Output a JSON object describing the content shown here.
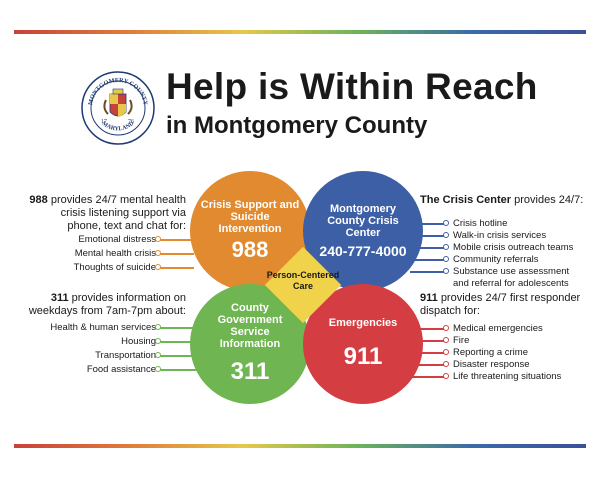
{
  "header": {
    "title": "Help is Within Reach",
    "subtitle": "in Montgomery County",
    "seal_text_top": "MONTGOMERY COUNTY",
    "seal_text_bottom": "MARYLAND",
    "seal_year_left": "17",
    "seal_year_right": "76"
  },
  "center_label": "Person-Centered Care",
  "circles": {
    "crisis_support": {
      "title": "Crisis Support and Suicide Intervention",
      "number": "988",
      "color": "#e28a30"
    },
    "crisis_center": {
      "title": "Montgomery County Crisis Center",
      "number": "240-777-4000",
      "color": "#3d5fa5"
    },
    "county_info": {
      "title": "County Government Service Information",
      "number": "311",
      "color": "#6fb552"
    },
    "emergencies": {
      "title": "Emergencies",
      "number": "911",
      "color": "#d43d42"
    }
  },
  "panels": {
    "p988": {
      "lead": "988",
      "text": "provides 24/7 mental health crisis listening support via phone, text and chat for:",
      "items": [
        "Emotional distress",
        "Mental health crisis",
        "Thoughts of suicide"
      ]
    },
    "p311": {
      "lead": "311",
      "text": "provides information on weekdays from 7am-7pm about:",
      "items": [
        "Health & human services",
        "Housing",
        "Transportation",
        "Food assistance"
      ]
    },
    "pcrisis": {
      "lead": "The Crisis Center",
      "text": "provides 24/7:",
      "items": [
        "Crisis hotline",
        "Walk-in crisis services",
        "Mobile crisis outreach teams",
        "Community referrals",
        "Substance use assessment",
        "and referral for adolescents"
      ]
    },
    "p911": {
      "lead": "911",
      "text": "provides 24/7 first responder dispatch for:",
      "items": [
        "Medical emergencies",
        "Fire",
        "Reporting a crime",
        "Disaster response",
        "Life threatening situations"
      ]
    }
  }
}
